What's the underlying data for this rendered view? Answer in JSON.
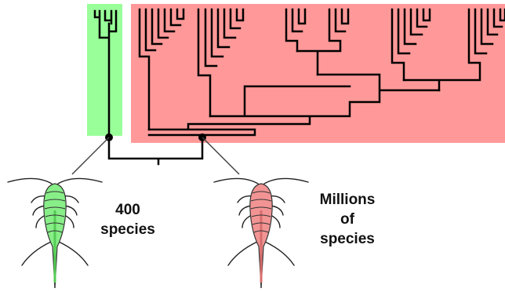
{
  "colors": {
    "small_clade": "#99ff99",
    "large_clade": "#ff9999",
    "small_insect": "#88ee88",
    "large_insect": "#f29494",
    "tree_lines": "#000000"
  },
  "clades": [
    {
      "id": "small",
      "label_lines": [
        "400",
        "species"
      ],
      "icon": "green-insect-icon"
    },
    {
      "id": "large",
      "label_lines": [
        "Millions",
        "of",
        "species"
      ],
      "icon": "pink-insect-icon"
    }
  ]
}
